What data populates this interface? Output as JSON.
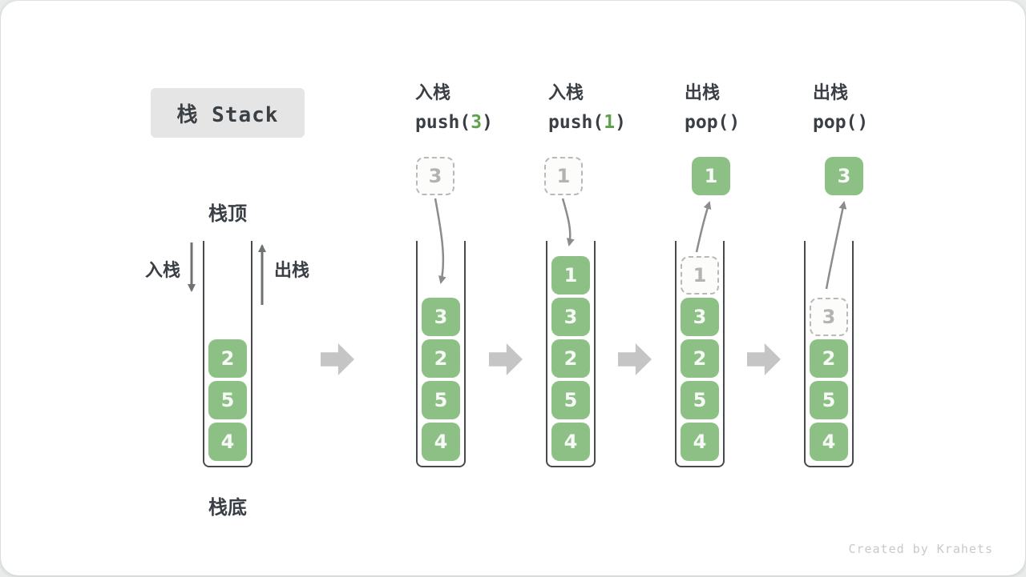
{
  "title": "栈 Stack",
  "annotations": {
    "stack_top": "栈顶",
    "stack_bottom": "栈底",
    "push_side": "入栈",
    "pop_side": "出栈"
  },
  "operations": [
    {
      "label": "入栈",
      "code_prefix": "push(",
      "code_arg": "3",
      "code_suffix": ")"
    },
    {
      "label": "入栈",
      "code_prefix": "push(",
      "code_arg": "1",
      "code_suffix": ")"
    },
    {
      "label": "出栈",
      "code_prefix": "pop(",
      "code_arg": "",
      "code_suffix": ")"
    },
    {
      "label": "出栈",
      "code_prefix": "pop(",
      "code_arg": "",
      "code_suffix": ")"
    }
  ],
  "stacks": [
    {
      "name": "initial-stack",
      "cells": [
        "2",
        "5",
        "4"
      ]
    },
    {
      "name": "after-push-3",
      "floating_value": "3",
      "floating_style": "dashed",
      "cells": [
        "3",
        "2",
        "5",
        "4"
      ]
    },
    {
      "name": "after-push-1",
      "floating_value": "1",
      "floating_style": "dashed",
      "cells": [
        "1",
        "3",
        "2",
        "5",
        "4"
      ]
    },
    {
      "name": "after-pop-1",
      "floating_value": "1",
      "floating_style": "solid",
      "ghost_value": "1",
      "cells": [
        "3",
        "2",
        "5",
        "4"
      ]
    },
    {
      "name": "after-pop-3",
      "floating_value": "3",
      "floating_style": "solid",
      "ghost_value": "3",
      "cells": [
        "2",
        "5",
        "4"
      ]
    }
  ],
  "footer": {
    "credit": "Created by Krahets"
  },
  "colors": {
    "cell_green": "#8cc084",
    "code_arg_green": "#5fa24c",
    "container_border": "#474b4f",
    "curve_arrow_gray": "#8c8c8c",
    "block_arrow_gray": "#c5c5c5",
    "ghost_border": "#b9b9b9",
    "ghost_text": "#b3b3b3",
    "title_bg": "#e5e5e5",
    "text_dark": "#3a3f45",
    "credit_gray": "#c9c9c9"
  }
}
